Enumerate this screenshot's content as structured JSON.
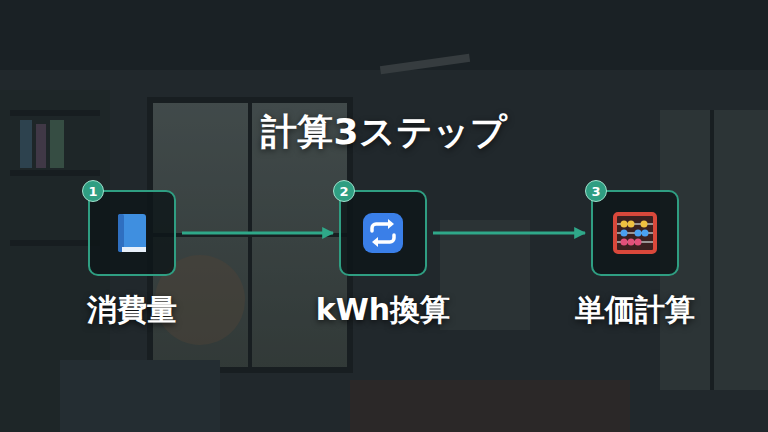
{
  "diagram": {
    "title": "計算3ステップ",
    "nodes": [
      {
        "text": [
          "消費量"
        ]
      },
      {
        "text": [
          "1"
        ],
        "in": 0
      },
      {
        "text": [
          "kWh換算"
        ]
      },
      {
        "text": [
          "2"
        ],
        "in": 2
      },
      {
        "text": [
          "単価計算"
        ]
      },
      {
        "text": [
          "3"
        ],
        "in": 4
      }
    ],
    "edges": [
      {
        "from": 0,
        "to": 2,
        "arrow": "to"
      },
      {
        "from": 2,
        "to": 4,
        "arrow": "to"
      }
    ]
  }
}
